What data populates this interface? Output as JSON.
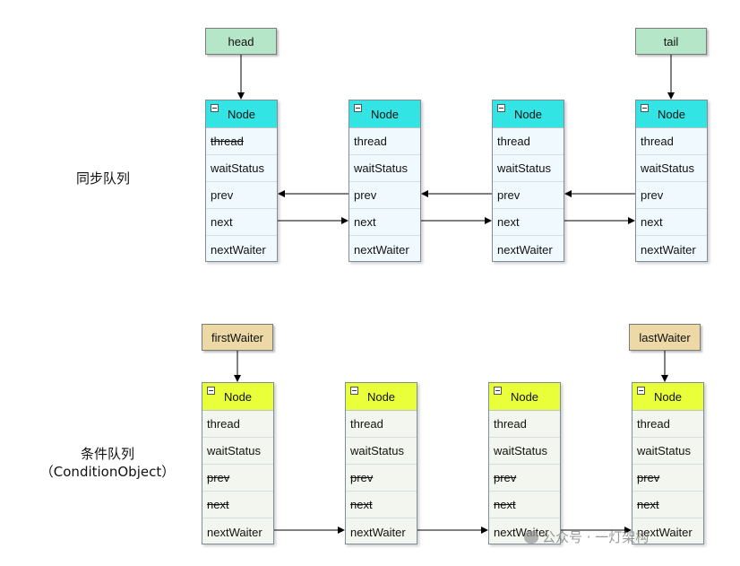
{
  "sync_queue": {
    "label": "同步队列",
    "head_label": "head",
    "tail_label": "tail",
    "nodes": [
      {
        "title": "Node",
        "fields": [
          "thread",
          "waitStatus",
          "prev",
          "next",
          "nextWaiter"
        ],
        "struck": [
          "thread"
        ]
      },
      {
        "title": "Node",
        "fields": [
          "thread",
          "waitStatus",
          "prev",
          "next",
          "nextWaiter"
        ],
        "struck": []
      },
      {
        "title": "Node",
        "fields": [
          "thread",
          "waitStatus",
          "prev",
          "next",
          "nextWaiter"
        ],
        "struck": []
      },
      {
        "title": "Node",
        "fields": [
          "thread",
          "waitStatus",
          "prev",
          "next",
          "nextWaiter"
        ],
        "struck": []
      }
    ]
  },
  "condition_queue": {
    "label": "条件队列",
    "label_sub": "（ConditionObject）",
    "first_label": "firstWaiter",
    "last_label": "lastWaiter",
    "nodes": [
      {
        "title": "Node",
        "fields": [
          "thread",
          "waitStatus",
          "prev",
          "next",
          "nextWaiter"
        ],
        "struck": [
          "prev",
          "next"
        ]
      },
      {
        "title": "Node",
        "fields": [
          "thread",
          "waitStatus",
          "prev",
          "next",
          "nextWaiter"
        ],
        "struck": [
          "prev",
          "next"
        ]
      },
      {
        "title": "Node",
        "fields": [
          "thread",
          "waitStatus",
          "prev",
          "next",
          "nextWaiter"
        ],
        "struck": [
          "prev",
          "next"
        ]
      },
      {
        "title": "Node",
        "fields": [
          "thread",
          "waitStatus",
          "prev",
          "next",
          "nextWaiter"
        ],
        "struck": [
          "prev",
          "next"
        ]
      }
    ]
  },
  "watermark": "公众号 · 一灯架构",
  "colors": {
    "sync_header": "#33e4e4",
    "cond_header": "#e8ff3a",
    "pointer_green": "#b5e6c8",
    "pointer_tan": "#ecd9a6"
  }
}
